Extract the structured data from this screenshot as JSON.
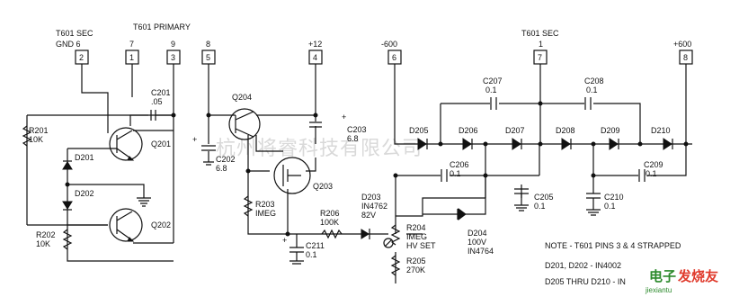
{
  "connectors": [
    {
      "pin": "2",
      "caption_top": "T601 SEC",
      "caption_bottom": "GND 6"
    },
    {
      "pin": "1",
      "caption_top": "7"
    },
    {
      "pin": "3",
      "caption_top": "9"
    },
    {
      "pin": "5",
      "caption_top": "8"
    },
    {
      "pin": "4",
      "caption_top": "+12"
    },
    {
      "pin": "6",
      "caption_top": "-600"
    },
    {
      "pin": "7",
      "caption_top": "T601 SEC",
      "caption_bottom": "1"
    },
    {
      "pin": "8",
      "caption_top": "+600"
    }
  ],
  "primary_title": "T601 PRIMARY",
  "components": {
    "r201": [
      "R201",
      "10K"
    ],
    "r202": [
      "R202",
      "10K"
    ],
    "d201": "D201",
    "d202": "D202",
    "q201": "Q201",
    "q202": "Q202",
    "c201": [
      "C201",
      ".05"
    ],
    "q204": "Q204",
    "c202": [
      "C202",
      "6.8"
    ],
    "c203": [
      "C203",
      "6.8"
    ],
    "q203": "Q203",
    "r203": [
      "R203",
      "IMEG"
    ],
    "r206": [
      "R206",
      "100K"
    ],
    "c211": [
      "C211",
      "0.1"
    ],
    "d203": [
      "D203",
      "IN4762",
      "82V"
    ],
    "r204": [
      "R204",
      "IMEG",
      "HV SET"
    ],
    "r205": [
      "R205",
      "270K"
    ],
    "d204": [
      "D204",
      "100V",
      "IN4764"
    ],
    "c205": [
      "C205",
      "0.1"
    ],
    "c206": [
      "C206",
      "0.1"
    ],
    "c207": [
      "C207",
      "0.1"
    ],
    "c208": [
      "C208",
      "0.1"
    ],
    "c209": [
      "C209",
      "0.1"
    ],
    "c210": [
      "C210",
      "0.1"
    ],
    "d205": "D205",
    "d206": "D206",
    "d207": "D207",
    "d208": "D208",
    "d209": "D209",
    "d210": "D210"
  },
  "notes": [
    "NOTE - T601 PINS 3 & 4 STRAPPED",
    "D201, D202 - IN4002",
    "D205 THRU D210 - IN"
  ],
  "watermark": "杭州将睿科技有限公司",
  "logo": {
    "part1": "电子",
    "part2": "发烧友",
    "site": "jiexiantu"
  }
}
